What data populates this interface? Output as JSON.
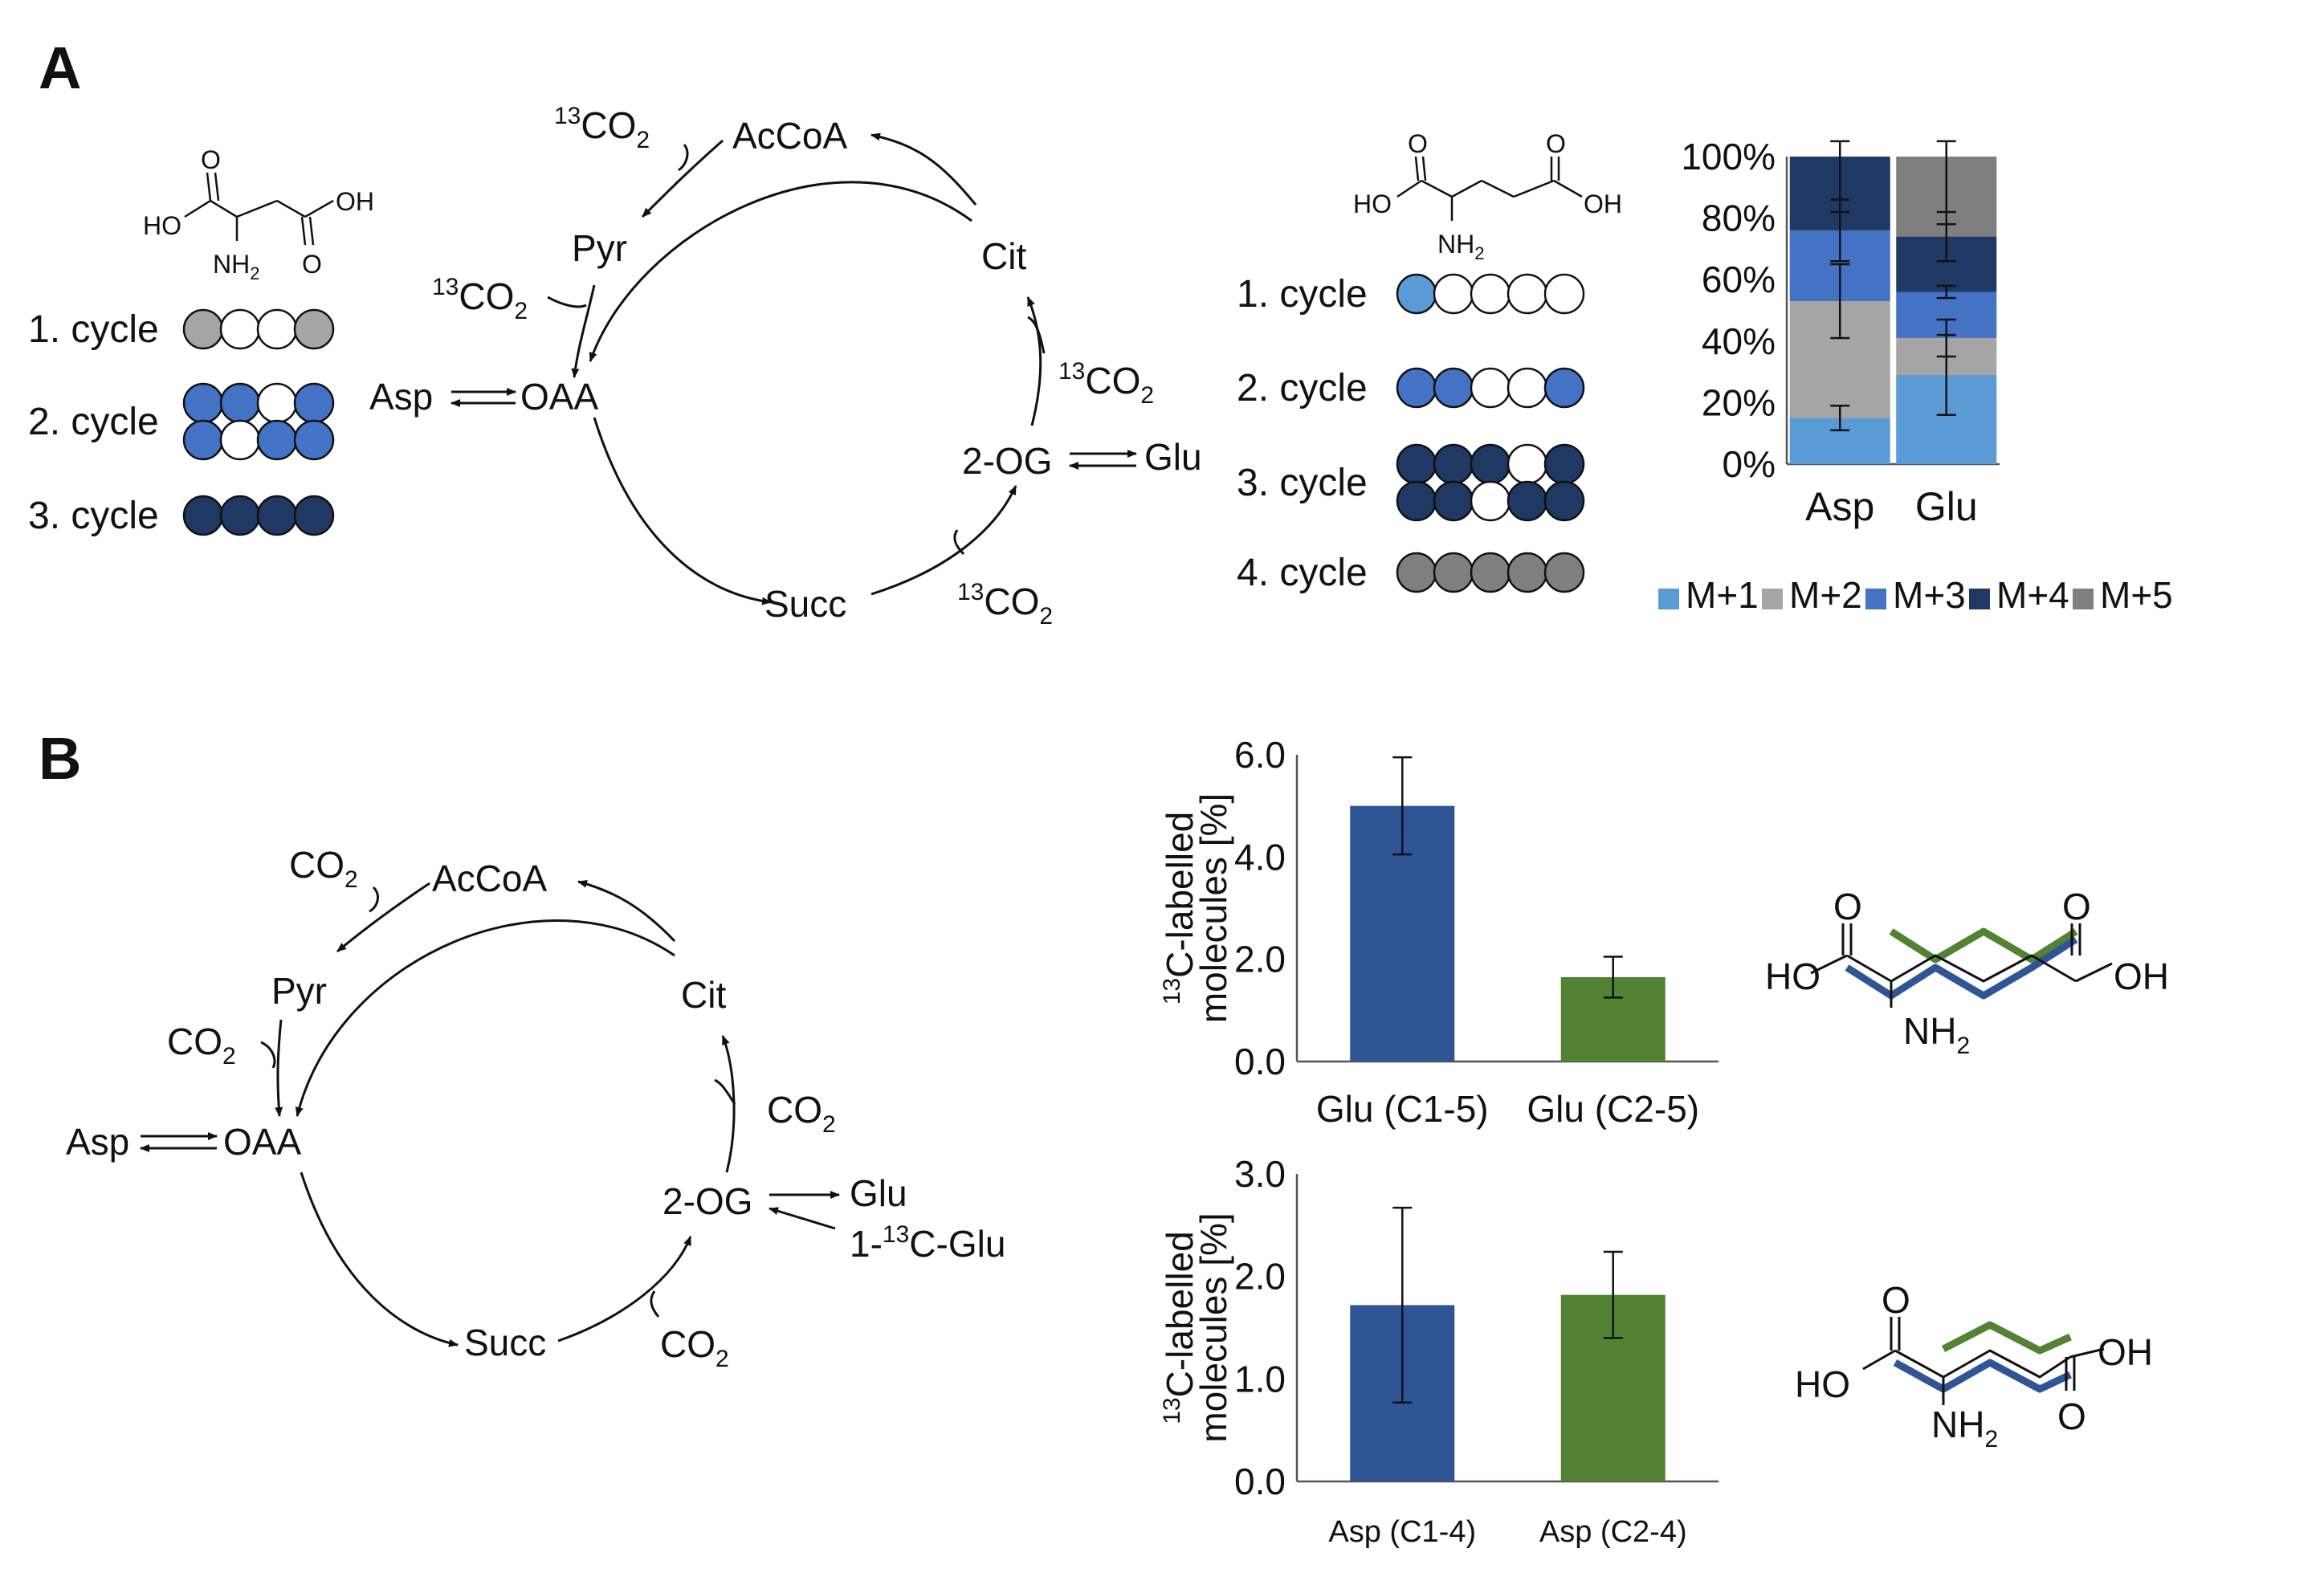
{
  "panels": {
    "a": {
      "label": "A",
      "cycle": {
        "nodes": {
          "accoa": "AcCoA",
          "pyr": "Pyr",
          "oaa": "OAA",
          "asp": "Asp",
          "cit": "Cit",
          "og": "2-OG",
          "glu": "Glu",
          "succ": "Succ"
        },
        "co2_prefix": "13",
        "co2": "CO",
        "co2_sub": "2"
      },
      "asp_structure": {
        "o1": "O",
        "o2": "O",
        "oh": "OH",
        "ho": "HO",
        "nh": "NH",
        "nh_sub": "2"
      },
      "glu_structure": {
        "o1": "O",
        "o2": "O",
        "oh": "OH",
        "ho": "HO",
        "nh": "NH",
        "nh_sub": "2"
      },
      "asp_cycles": [
        {
          "label": "1. cycle",
          "rows": [
            [
              "gray",
              "white",
              "white",
              "gray"
            ]
          ]
        },
        {
          "label": "2. cycle",
          "rows": [
            [
              "blue",
              "blue",
              "white",
              "blue"
            ],
            [
              "blue",
              "white",
              "blue",
              "blue"
            ]
          ]
        },
        {
          "label": "3. cycle",
          "rows": [
            [
              "navy",
              "navy",
              "navy",
              "navy"
            ]
          ]
        }
      ],
      "glu_cycles": [
        {
          "label": "1. cycle",
          "rows": [
            [
              "lightblue",
              "white",
              "white",
              "white",
              "white"
            ]
          ]
        },
        {
          "label": "2. cycle",
          "rows": [
            [
              "blue",
              "blue",
              "white",
              "white",
              "blue"
            ]
          ]
        },
        {
          "label": "3. cycle",
          "rows": [
            [
              "navy",
              "navy",
              "navy",
              "white",
              "navy"
            ],
            [
              "navy",
              "navy",
              "white",
              "navy",
              "navy"
            ]
          ]
        },
        {
          "label": "4. cycle",
          "rows": [
            [
              "darkgray",
              "darkgray",
              "darkgray",
              "darkgray",
              "darkgray"
            ]
          ]
        }
      ]
    },
    "b": {
      "label": "B",
      "cycle": {
        "nodes": {
          "accoa": "AcCoA",
          "pyr": "Pyr",
          "oaa": "OAA",
          "asp": "Asp",
          "cit": "Cit",
          "og": "2-OG",
          "glu": "Glu",
          "succ": "Succ",
          "glu_in_prefix": "1-",
          "glu_in_sup": "13",
          "glu_in": "C-Glu"
        },
        "co2": "CO",
        "co2_sub": "2"
      },
      "glu_structure": {
        "o1": "O",
        "o2": "O",
        "oh": "OH",
        "ho": "HO",
        "nh": "NH",
        "nh_sub": "2"
      },
      "asp_structure": {
        "o1": "O",
        "o2": "O",
        "oh": "OH",
        "ho": "HO",
        "nh": "NH",
        "nh_sub": "2"
      }
    }
  },
  "colors": {
    "lightblue": "#5b9bd5",
    "blue": "#4472c4",
    "navy": "#1f3864",
    "gray": "#a5a5a5",
    "darkgray": "#7f7f7f",
    "white": "#ffffff",
    "bar_blue": "#2f5597",
    "bar_green": "#548235"
  },
  "chart_data": [
    {
      "type": "bar",
      "stacked": true,
      "categories": [
        "Asp",
        "Glu"
      ],
      "series": [
        {
          "name": "M+1",
          "color": "#5b9bd5",
          "values": [
            15,
            29
          ]
        },
        {
          "name": "M+2",
          "color": "#a5a5a5",
          "values": [
            38,
            12
          ]
        },
        {
          "name": "M+3",
          "color": "#4472c4",
          "values": [
            23,
            15
          ]
        },
        {
          "name": "M+4",
          "color": "#1f3864",
          "values": [
            24,
            18
          ]
        },
        {
          "name": "M+5",
          "color": "#7f7f7f",
          "values": [
            0,
            26
          ]
        }
      ],
      "error_bars": [
        {
          "category": "Asp",
          "center": [
            15,
            53,
            76,
            100
          ],
          "err": [
            4,
            12,
            10,
            18
          ]
        },
        {
          "category": "Glu",
          "center": [
            29,
            41,
            56,
            74,
            100
          ],
          "err": [
            13,
            6,
            2,
            8,
            22
          ]
        }
      ],
      "yticks": [
        "0%",
        "20%",
        "40%",
        "60%",
        "80%",
        "100%"
      ],
      "ylim": [
        0,
        100
      ],
      "legend": "bottom"
    },
    {
      "type": "bar",
      "categories": [
        "Glu (C1-5)",
        "Glu (C2-5)"
      ],
      "values": [
        5.0,
        1.65
      ],
      "errors": [
        0.95,
        0.4
      ],
      "colors": [
        "#2f5597",
        "#548235"
      ],
      "ylabel_sup": "13",
      "ylabel_line1": "C-labelled",
      "ylabel_line2": "molecules [%]",
      "yticks": [
        "0.0",
        "2.0",
        "4.0",
        "6.0"
      ],
      "ylim": [
        0,
        6
      ]
    },
    {
      "type": "bar",
      "categories": [
        "Asp (C1-4)",
        "Asp (C2-4)"
      ],
      "values": [
        1.72,
        1.82
      ],
      "errors": [
        0.95,
        0.42
      ],
      "colors": [
        "#2f5597",
        "#548235"
      ],
      "ylabel_sup": "13",
      "ylabel_line1": "C-labelled",
      "ylabel_line2": "molecules [%]",
      "yticks": [
        "0.0",
        "1.0",
        "2.0",
        "3.0"
      ],
      "ylim": [
        0,
        3
      ]
    }
  ]
}
